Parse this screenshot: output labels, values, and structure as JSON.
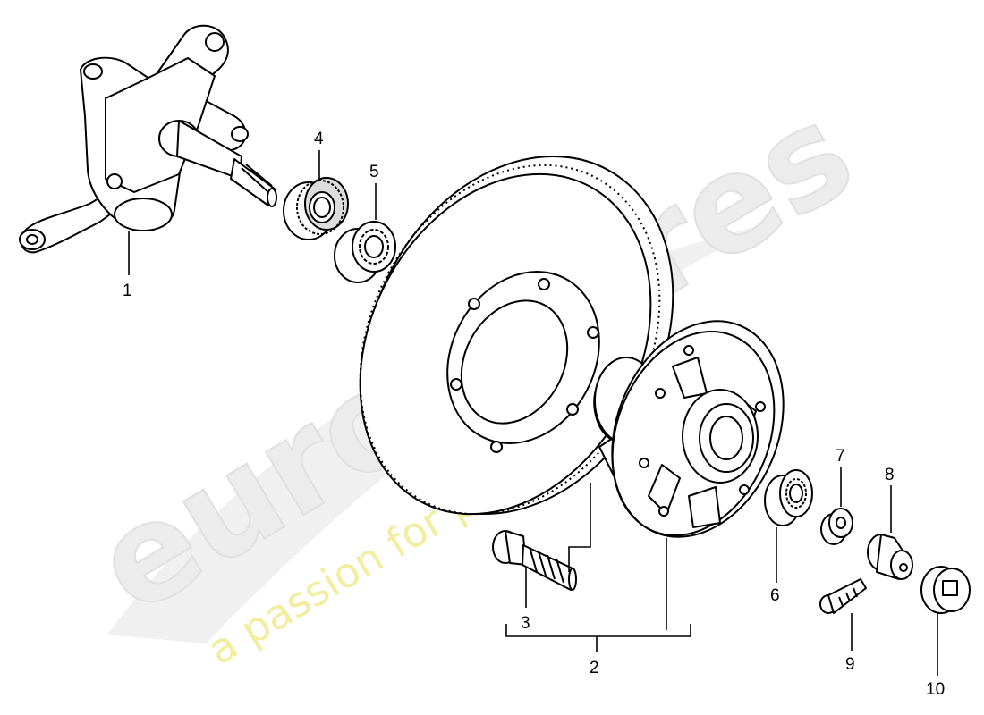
{
  "callouts": [
    {
      "id": "1",
      "label": "1"
    },
    {
      "id": "2",
      "label": "2"
    },
    {
      "id": "3",
      "label": "3"
    },
    {
      "id": "4",
      "label": "4"
    },
    {
      "id": "5",
      "label": "5"
    },
    {
      "id": "6",
      "label": "6"
    },
    {
      "id": "7",
      "label": "7"
    },
    {
      "id": "8",
      "label": "8"
    },
    {
      "id": "9",
      "label": "9"
    },
    {
      "id": "10",
      "label": "10"
    }
  ],
  "watermark": {
    "brand": "eurospares",
    "tagline": "a passion for parts since 1985",
    "brand_color": "#e6e6e6",
    "tagline_color": "#f2ec9a"
  },
  "colors": {
    "line": "#000000",
    "background": "#ffffff"
  }
}
